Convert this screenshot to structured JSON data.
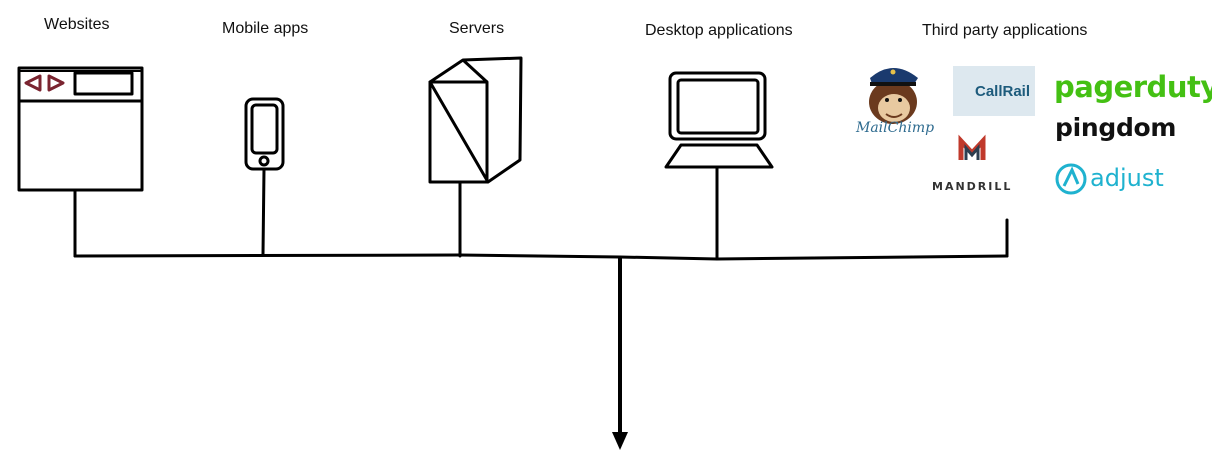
{
  "labels": {
    "websites": "Websites",
    "mobile_apps": "Mobile apps",
    "servers": "Servers",
    "desktop_applications": "Desktop applications",
    "third_party_applications": "Third party applications"
  },
  "third_party_logos": {
    "mailchimp": "MailChimp",
    "callrail": "CallRail",
    "mandrill": "MANDRILL",
    "pagerduty": "pagerduty",
    "pingdom": "pingdom",
    "adjust": "adjust"
  },
  "icons": {
    "websites": "browser-window-icon",
    "mobile_apps": "smartphone-icon",
    "servers": "server-tower-icon",
    "desktop_applications": "desktop-computer-icon",
    "mailchimp": "mailchimp-monkey-icon",
    "callrail": "callrail-pin-icon",
    "mandrill": "mandrill-m-icon",
    "adjust": "adjust-circle-icon",
    "output": "down-arrow-icon"
  },
  "colors": {
    "line": "#000000",
    "browser_nav": "#7a2430",
    "pagerduty": "#44c013",
    "pingdom": "#111111",
    "adjust": "#1fb2cf",
    "callrail_bg": "#dde8ef",
    "callrail_text": "#1d5b7c",
    "mandrill_m": "#c0392b",
    "mailchimp_text": "#2e6b8f"
  }
}
